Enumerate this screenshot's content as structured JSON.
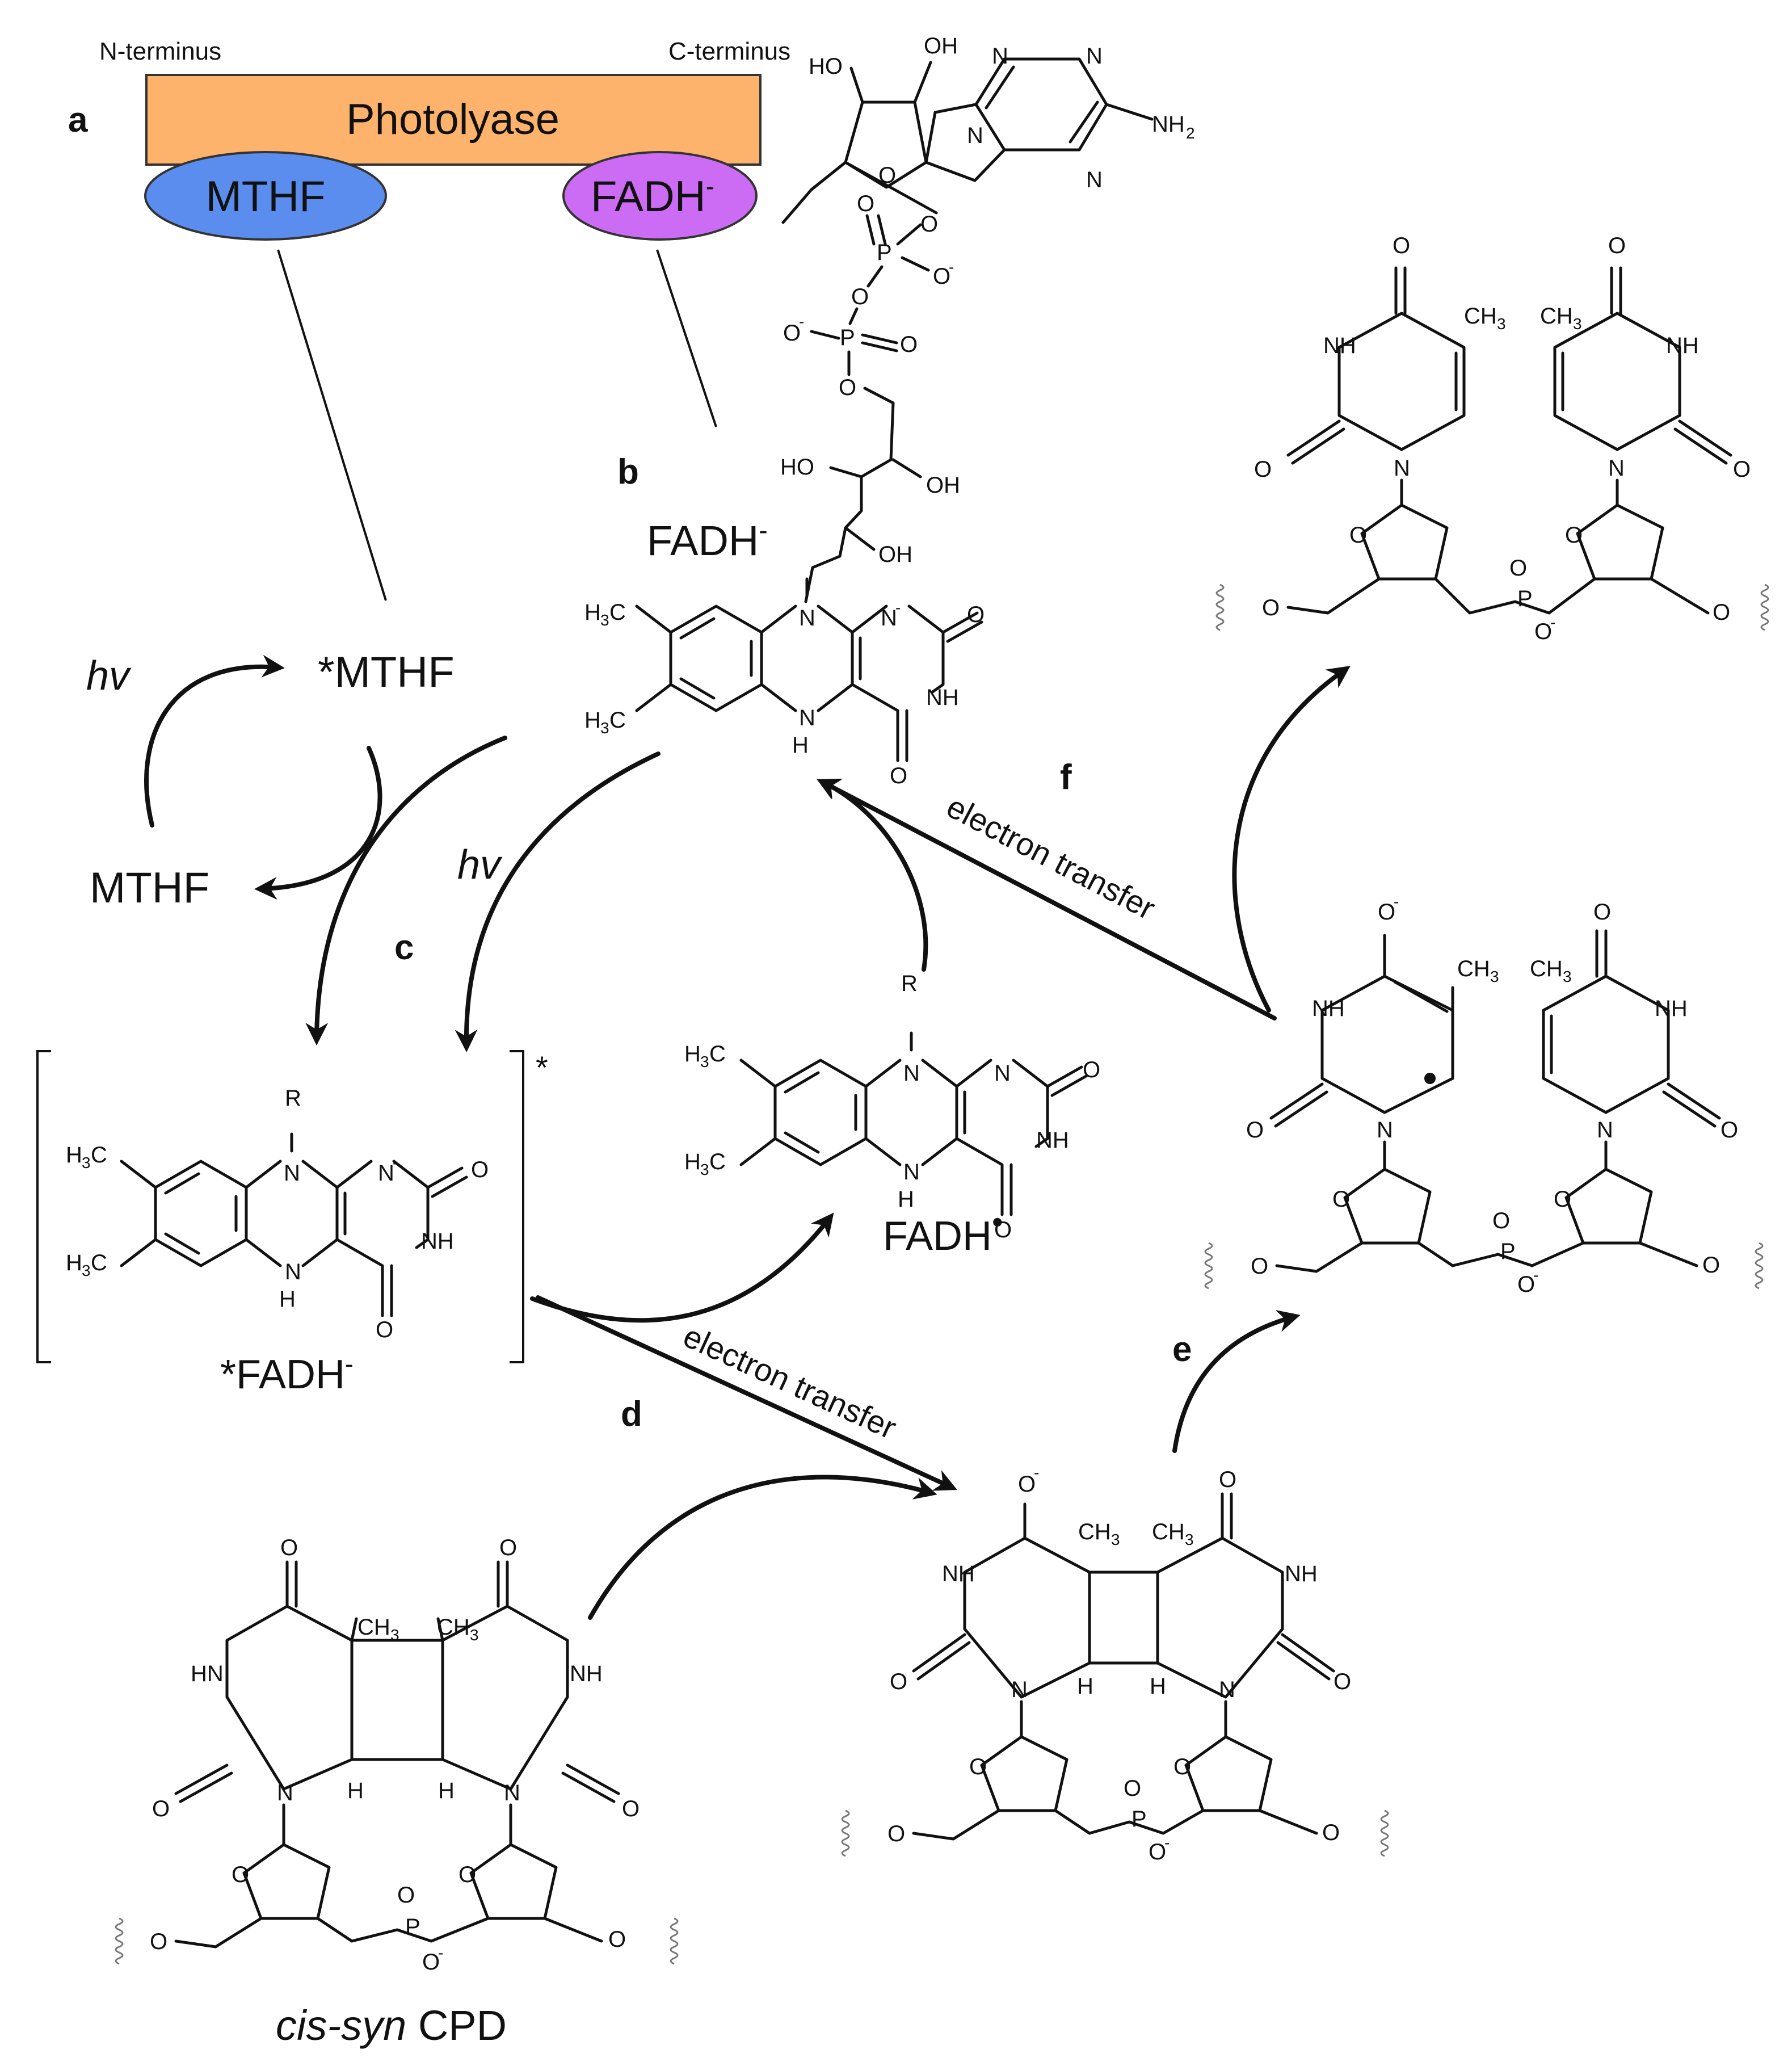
{
  "protein": {
    "name": "Photolyase",
    "n_terminus": "N-terminus",
    "c_terminus": "C-terminus",
    "cofactor_left": "MTHF",
    "cofactor_right": "FADH",
    "cofactor_right_charge": "-",
    "fill_color": "#FDB36C",
    "mthf_color": "#5B8DEF",
    "fadh_color": "#CC6CF5"
  },
  "panels": {
    "a": "a",
    "b": "b",
    "c": "c",
    "d": "d",
    "e": "e",
    "f": "f"
  },
  "labels": {
    "fadh_minus": "FADH",
    "fadh_minus_charge": "-",
    "mthf_excited": "*MTHF",
    "mthf": "MTHF",
    "hv_left": "hv",
    "hv_center": "hv",
    "fadh_excited": "*FADH",
    "fadh_excited_charge": "-",
    "fadh_radical": "FADH",
    "radical_dot": "•",
    "bracket_star": "*",
    "cpd_italic": "cis-syn",
    "cpd": "CPD",
    "et_upper": "electron transfer",
    "et_lower": "electron transfer"
  },
  "atoms": {
    "O": "O",
    "N": "N",
    "NH": "NH",
    "HN": "HN",
    "H": "H",
    "R": "R",
    "P": "P",
    "HO": "HO",
    "OH": "OH",
    "NH2": "NH",
    "two": "2",
    "H3C": "H",
    "three": "3",
    "C": "C",
    "CH3": "CH",
    "minus": "-"
  }
}
